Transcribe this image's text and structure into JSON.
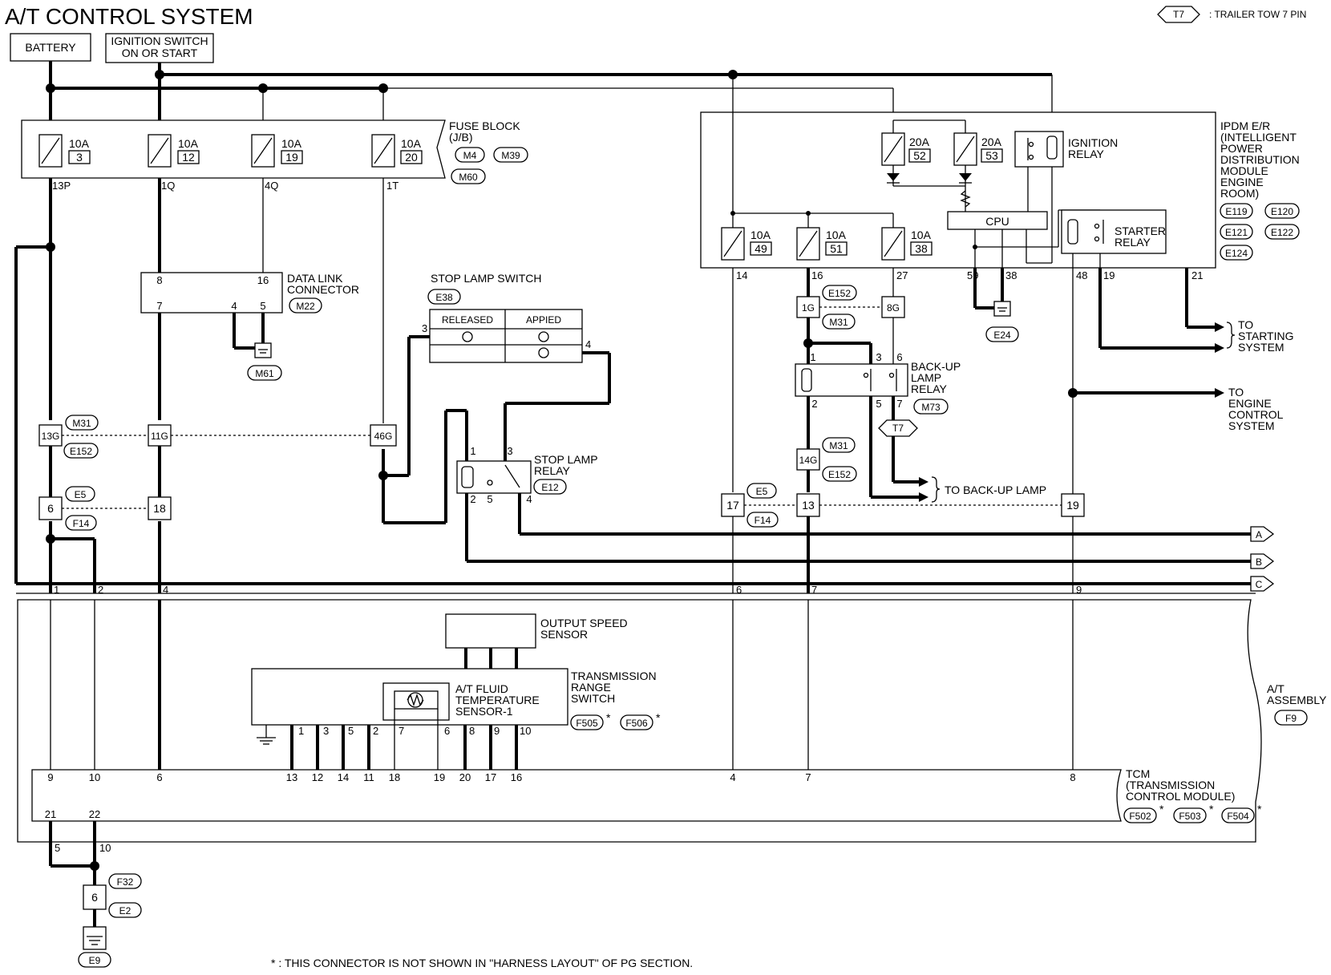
{
  "title": "A/T CONTROL SYSTEM",
  "legend": {
    "connector": "T7",
    "text": ": TRAILER TOW 7 PIN"
  },
  "battery": "BATTERY",
  "ignition": [
    "IGNITION SWITCH",
    "ON OR START"
  ],
  "fuse_block": {
    "label": [
      "FUSE BLOCK",
      "(J/B)"
    ],
    "connectors": [
      "M4",
      "M39",
      "M60"
    ],
    "fuses": [
      {
        "amp": "10A",
        "num": "3",
        "pin": "13P"
      },
      {
        "amp": "10A",
        "num": "12",
        "pin": "1Q"
      },
      {
        "amp": "10A",
        "num": "19",
        "pin": "4Q"
      },
      {
        "amp": "10A",
        "num": "20",
        "pin": "1T"
      }
    ]
  },
  "ipdm": {
    "label": [
      "IPDM E/R",
      "(INTELLIGENT",
      "POWER",
      "DISTRIBUTION",
      "MODULE",
      "ENGINE",
      "ROOM)"
    ],
    "connectors": [
      "E119",
      "E120",
      "E121",
      "E122",
      "E124"
    ],
    "fuses_top": [
      {
        "amp": "20A",
        "num": "52"
      },
      {
        "amp": "20A",
        "num": "53"
      }
    ],
    "fuses_low": [
      {
        "amp": "10A",
        "num": "49",
        "pin": "14"
      },
      {
        "amp": "10A",
        "num": "51",
        "pin": "16"
      },
      {
        "amp": "10A",
        "num": "38",
        "pin": "27"
      }
    ],
    "cpu": "CPU",
    "ignition_relay": [
      "IGNITION",
      "RELAY"
    ],
    "starter_relay": [
      "STARTER",
      "RELAY"
    ],
    "pins": [
      "59",
      "38",
      "48",
      "19",
      "21"
    ],
    "ground": "E24"
  },
  "data_link": {
    "label": [
      "DATA LINK",
      "CONNECTOR"
    ],
    "connector": "M22",
    "pins": [
      "8",
      "16",
      "7",
      "4",
      "5"
    ],
    "ground": "M61"
  },
  "stop_lamp_switch": {
    "label": "STOP LAMP SWITCH",
    "connector": "E38",
    "cols": [
      "RELEASED",
      "APPIED"
    ],
    "pins": [
      "3",
      "4"
    ]
  },
  "stop_lamp_relay": {
    "label": [
      "STOP LAMP",
      "RELAY"
    ],
    "connector": "E12",
    "pins": [
      "1",
      "3",
      "2",
      "5",
      "4"
    ]
  },
  "backup_relay": {
    "label": [
      "BACK-UP",
      "LAMP",
      "RELAY"
    ],
    "connector": "M73",
    "pins": [
      "1",
      "3",
      "6",
      "2",
      "5",
      "7"
    ]
  },
  "joints": {
    "j13g": "13G",
    "j11g": "11G",
    "j46g": "46G",
    "j1g": "1G",
    "j8g": "8G",
    "j14g": "14G",
    "j6": "6",
    "j18": "18",
    "j17": "17",
    "j13": "13",
    "j19": "19",
    "j6b": "6"
  },
  "conn_labels": {
    "m31a": "M31",
    "e152a": "E152",
    "e5a": "E5",
    "f14a": "F14",
    "e152b": "E152",
    "m31b": "M31",
    "m31c": "M31",
    "e152c": "E152",
    "e5b": "E5",
    "f14b": "F14",
    "t7": "T7",
    "f32": "F32",
    "e2": "E2",
    "e9": "E9"
  },
  "to_labels": {
    "starting": [
      "TO",
      "STARTING",
      "SYSTEM"
    ],
    "engine": [
      "TO",
      "ENGINE",
      "CONTROL",
      "SYSTEM"
    ],
    "backup": "TO BACK-UP LAMP"
  },
  "bus_labels": [
    "A",
    "B",
    "C"
  ],
  "assembly_pins": [
    "1",
    "2",
    "4",
    "6",
    "7",
    "9"
  ],
  "at_assembly": {
    "label": [
      "A/T",
      "ASSEMBLY"
    ],
    "connector": "F9"
  },
  "output_speed": [
    "OUTPUT SPEED",
    "SENSOR"
  ],
  "osp_pins": [
    "13",
    "12",
    "11"
  ],
  "trs": {
    "label": [
      "TRANSMISSION",
      "RANGE",
      "SWITCH"
    ],
    "connectors": [
      "F505",
      "F506"
    ],
    "pins": [
      "1",
      "3",
      "5",
      "2",
      "7",
      "6",
      "8",
      "9",
      "10"
    ]
  },
  "fluid_sensor": [
    "A/T FLUID",
    "TEMPERATURE",
    "SENSOR-1"
  ],
  "tcm": {
    "label": [
      "TCM",
      "(TRANSMISSION",
      "CONTROL MODULE)"
    ],
    "connectors": [
      "F502",
      "F503",
      "F504"
    ],
    "pins_top": [
      "9",
      "10",
      "6",
      "13",
      "12",
      "14",
      "11",
      "18",
      "19",
      "20",
      "17",
      "16",
      "4",
      "7",
      "8"
    ],
    "pins_bottom": [
      "21",
      "22"
    ]
  },
  "ground_pins": [
    "5",
    "10"
  ],
  "star": "*",
  "footnote": "* : THIS CONNECTOR IS NOT SHOWN IN \"HARNESS LAYOUT\" OF PG SECTION."
}
